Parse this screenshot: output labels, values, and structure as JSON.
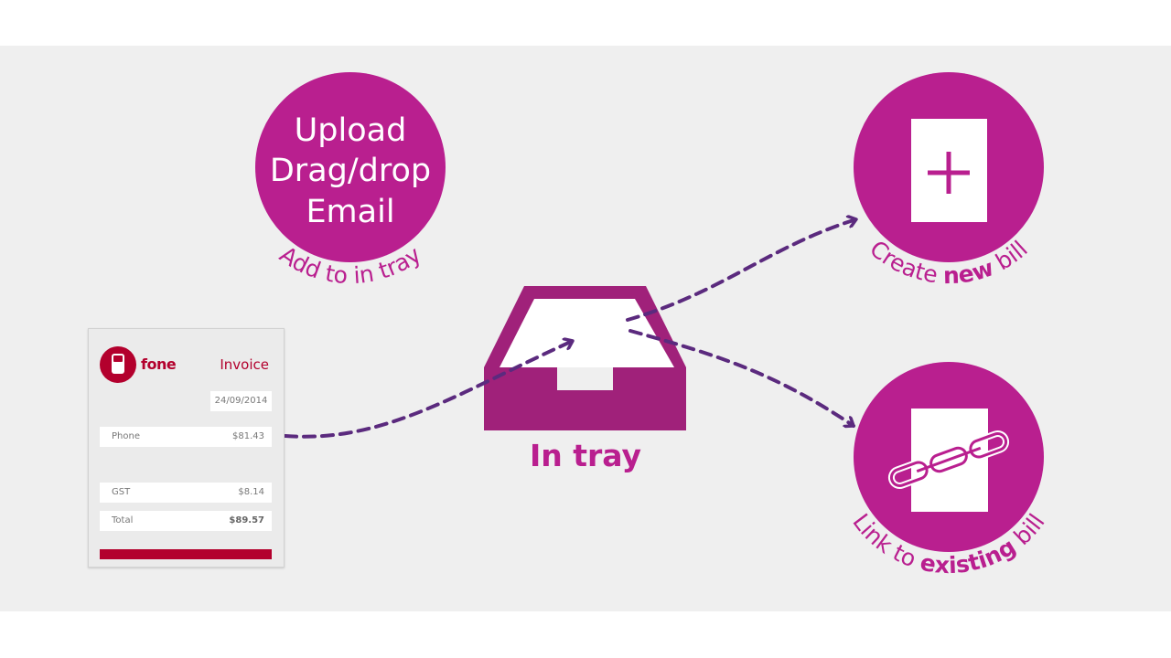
{
  "upload_circle": {
    "lines": [
      "Upload",
      "Drag/drop",
      "Email"
    ],
    "caption": "Add to in tray"
  },
  "tray": {
    "label": "In tray"
  },
  "create": {
    "caption_pre": "Create ",
    "caption_bold": "new",
    "caption_post": " bill"
  },
  "link": {
    "caption_pre": "Link to ",
    "caption_bold": "existing",
    "caption_post": " bill"
  },
  "invoice": {
    "brand": "fone",
    "title": "Invoice",
    "date": "24/09/2014",
    "rows": [
      {
        "label": "Phone",
        "value": "$81.43"
      },
      {
        "label": "GST",
        "value": "$8.14"
      },
      {
        "label": "Total",
        "value": "$89.57"
      }
    ]
  },
  "colors": {
    "magenta": "#b91f8f",
    "tray": "#a0217a",
    "arrow": "#5b2a7e",
    "brand_red": "#b3002d"
  }
}
